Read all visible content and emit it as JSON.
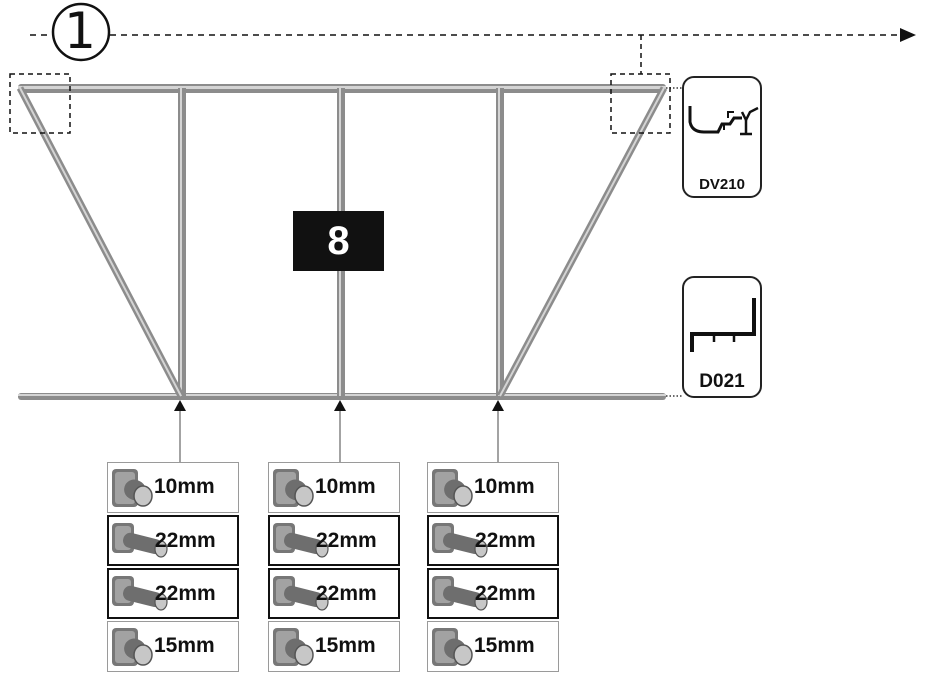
{
  "step": {
    "number": "1"
  },
  "frame": {
    "label": "8"
  },
  "profiles": [
    {
      "code": "DV210"
    },
    {
      "code": "D021"
    }
  ],
  "screw_columns": [
    {
      "items": [
        {
          "length": "10mm",
          "kind": "short-bolt"
        },
        {
          "length": "22mm",
          "kind": "long-bolt"
        },
        {
          "length": "22mm",
          "kind": "long-bolt"
        },
        {
          "length": "15mm",
          "kind": "short-bolt"
        }
      ]
    },
    {
      "items": [
        {
          "length": "10mm",
          "kind": "short-bolt"
        },
        {
          "length": "22mm",
          "kind": "long-bolt"
        },
        {
          "length": "22mm",
          "kind": "long-bolt"
        },
        {
          "length": "15mm",
          "kind": "short-bolt"
        }
      ]
    },
    {
      "items": [
        {
          "length": "10mm",
          "kind": "short-bolt"
        },
        {
          "length": "22mm",
          "kind": "long-bolt"
        },
        {
          "length": "22mm",
          "kind": "long-bolt"
        },
        {
          "length": "15mm",
          "kind": "short-bolt"
        }
      ]
    }
  ],
  "colors": {
    "ink": "#111111",
    "tube": "#8c8c8c",
    "tube_light": "#cfcfcf",
    "bolt": "#7d7d7d"
  }
}
